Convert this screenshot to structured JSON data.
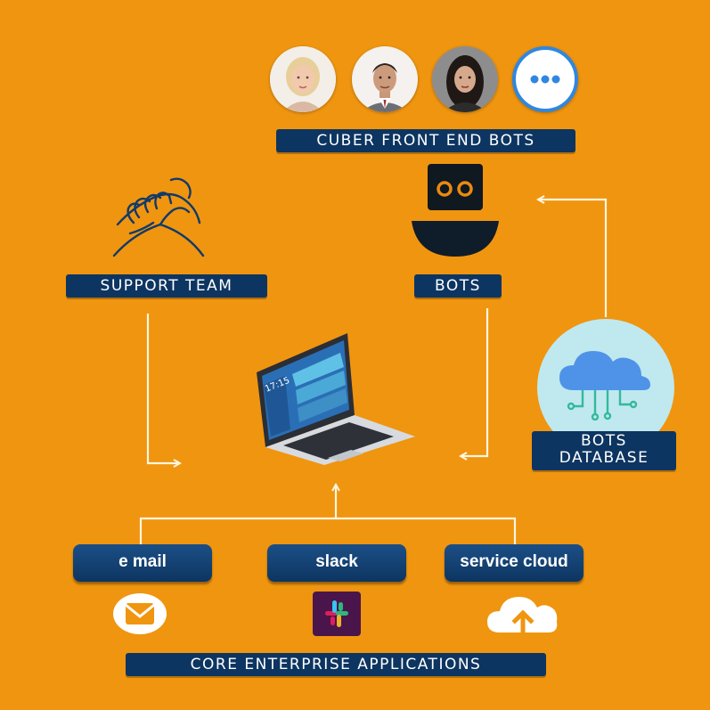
{
  "front_end_bots": {
    "label": "CUBER FRONT END BOTS",
    "avatars": [
      "woman-blonde-avatar",
      "man-avatar",
      "woman-dark-hair-avatar",
      "chat-bubble-avatar"
    ]
  },
  "support_team": {
    "label": "SUPPORT TEAM",
    "icon": "handshake-icon"
  },
  "bots": {
    "label": "BOTS",
    "icon": "bot-head-icon"
  },
  "bots_database": {
    "label_line1": "BOTS",
    "label_line2": "DATABASE",
    "icon": "cloud-network-icon"
  },
  "center": {
    "icon": "laptop-icon",
    "screen_time": "17:15"
  },
  "applications": {
    "email": {
      "label": "e mail",
      "icon": "envelope-icon"
    },
    "slack": {
      "label": "slack",
      "icon": "slack-icon"
    },
    "service_cloud": {
      "label": "service cloud",
      "icon": "cloud-upload-icon"
    }
  },
  "footer": {
    "label": "CORE ENTERPRISE APPLICATIONS"
  },
  "colors": {
    "background": "#f0950f",
    "label_bg": "#0d3561",
    "arrow": "#fff6e0"
  }
}
